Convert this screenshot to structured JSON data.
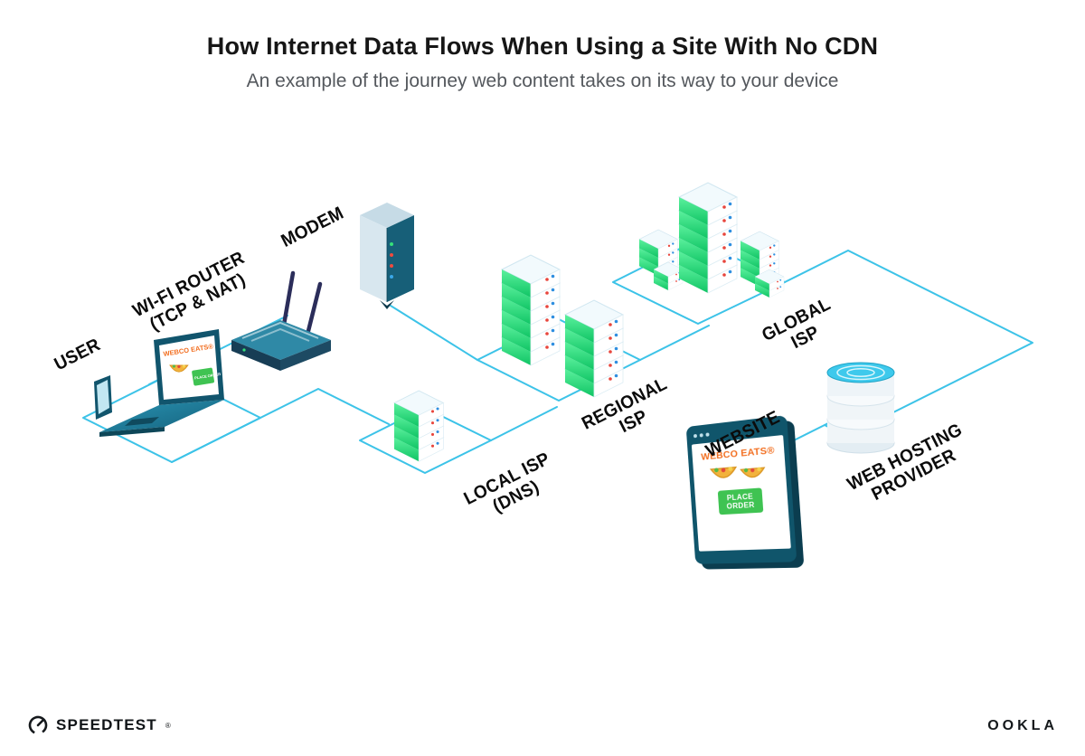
{
  "header": {
    "title": "How Internet Data Flows When Using a Site With No CDN",
    "subtitle": "An example of the journey web content takes on its way to your device"
  },
  "labels": {
    "user": "USER",
    "router_1": "WI-FI ROUTER",
    "router_2": "(TCP & NAT)",
    "modem": "MODEM",
    "local_1": "LOCAL ISP",
    "local_2": "(DNS)",
    "regional_1": "REGIONAL",
    "regional_2": "ISP",
    "global_1": "GLOBAL",
    "global_2": "ISP",
    "website": "WEBSITE",
    "hosting_1": "WEB HOSTING",
    "hosting_2": "PROVIDER"
  },
  "laptop_screen": {
    "brand": "WEBCO EATS®",
    "badge": "PLACE ORDER"
  },
  "website_window": {
    "brand": "WEBCO EATS®",
    "button_1": "PLACE",
    "button_2": "ORDER"
  },
  "icons": {
    "taco": "taco-icon",
    "servers": "server-tower-icon",
    "database": "database-icon",
    "gauge": "speedtest-gauge-icon"
  },
  "footer": {
    "speedtest": "SPEEDTEST",
    "speedtest_mark": "®",
    "ookla": "OOKLA"
  },
  "colors": {
    "connector": "#3cc3e8",
    "server_green": "#22d374",
    "brand_orange": "#f26f21",
    "frame_teal": "#10556b",
    "button_green": "#3fc352"
  }
}
